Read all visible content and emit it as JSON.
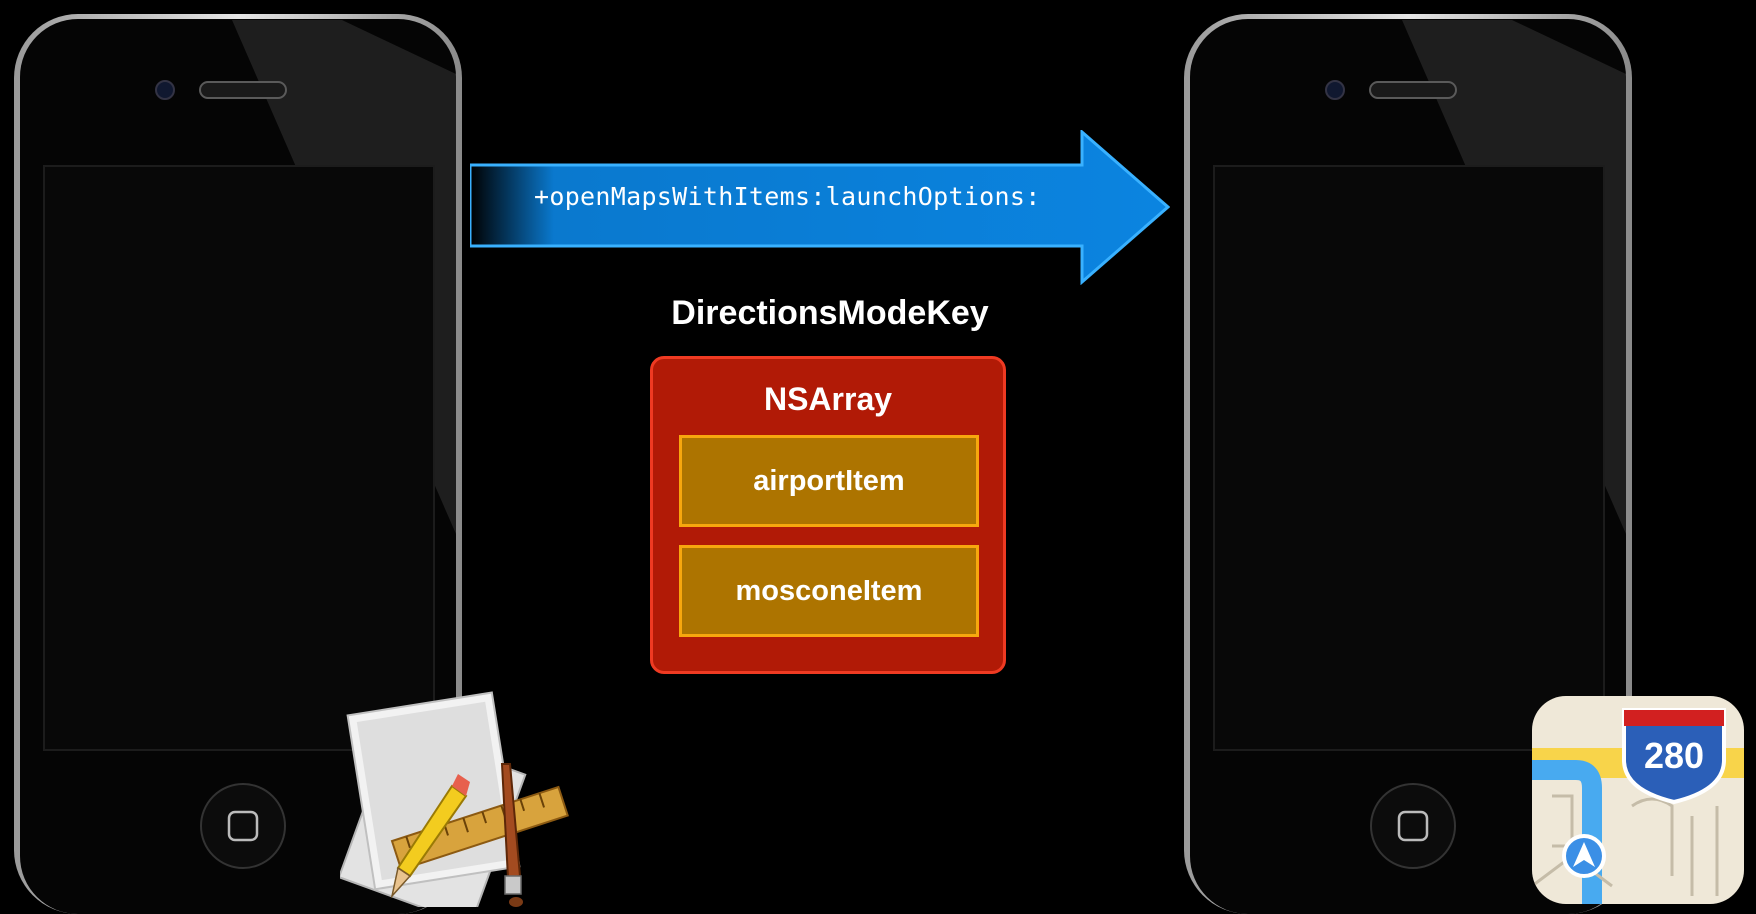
{
  "arrow": {
    "label": "+openMapsWithItems:launchOptions:",
    "color": "#0a7fd9"
  },
  "dictionary": {
    "key_label": "DirectionsModeKey"
  },
  "nsarray": {
    "title": "NSArray",
    "items": [
      {
        "label": "airportItem"
      },
      {
        "label": "mosconeItem"
      }
    ],
    "colors": {
      "container": "#b11a06",
      "item": "#ad7400"
    }
  },
  "maps_icon": {
    "route_shield": "280"
  }
}
